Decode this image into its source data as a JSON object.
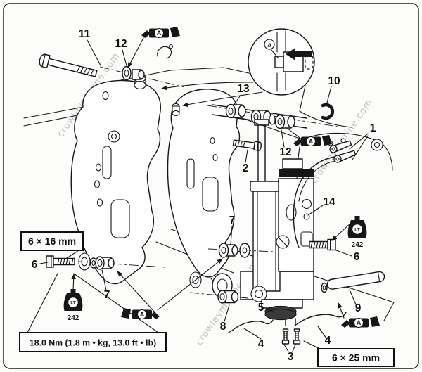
{
  "diagram": {
    "watermark": "crowleymarine.com",
    "callouts": {
      "c11": "11",
      "c12a": "12",
      "c13": "13",
      "c10": "10",
      "c12b": "12",
      "c2": "2",
      "c1": "1",
      "c14": "14",
      "c7a": "7",
      "c6r": "6",
      "c6l": "6",
      "c7b": "7",
      "c8": "8",
      "c5": "5",
      "c4a": "4",
      "c3": "3",
      "c4b": "4",
      "c9": "9"
    },
    "boxed_labels": {
      "bolt_small": "6 × 16 mm",
      "torque": "18.0 Nm (1.8 m • kg, 13.0 ft • lb)",
      "bolt_large": "6 × 25 mm"
    },
    "threadlock": {
      "abbr": "LT",
      "code": "242"
    },
    "grease": {
      "label": "A"
    },
    "inset": {
      "label": "a"
    }
  }
}
